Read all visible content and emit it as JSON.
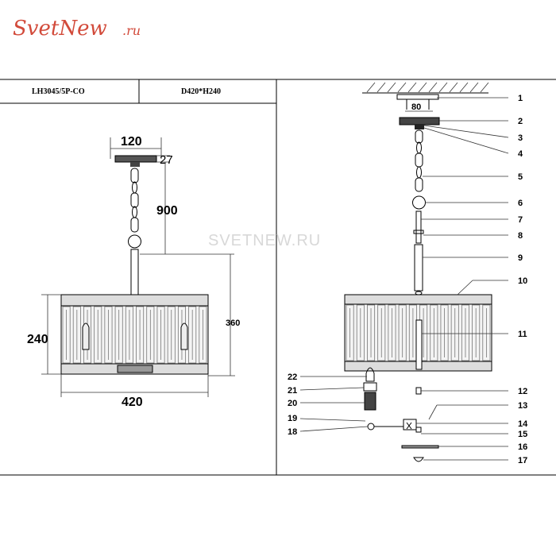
{
  "logo": {
    "brand": "SvetNew",
    "tld": ".ru"
  },
  "header": {
    "model": "LH3045/5P-CO",
    "size": "D420*H240"
  },
  "watermark": "SVETNEW.RU",
  "left_dims": {
    "canopy_width": "120",
    "canopy_height": "27",
    "chain_length": "900",
    "total_height": "360",
    "body_height": "240",
    "diameter": "420"
  },
  "right_dims": {
    "mount_spacing": "80"
  },
  "callouts": [
    "1",
    "2",
    "3",
    "4",
    "5",
    "6",
    "7",
    "8",
    "9",
    "10",
    "11",
    "12",
    "13",
    "14",
    "15",
    "16",
    "17",
    "18",
    "19",
    "20",
    "21",
    "22"
  ]
}
